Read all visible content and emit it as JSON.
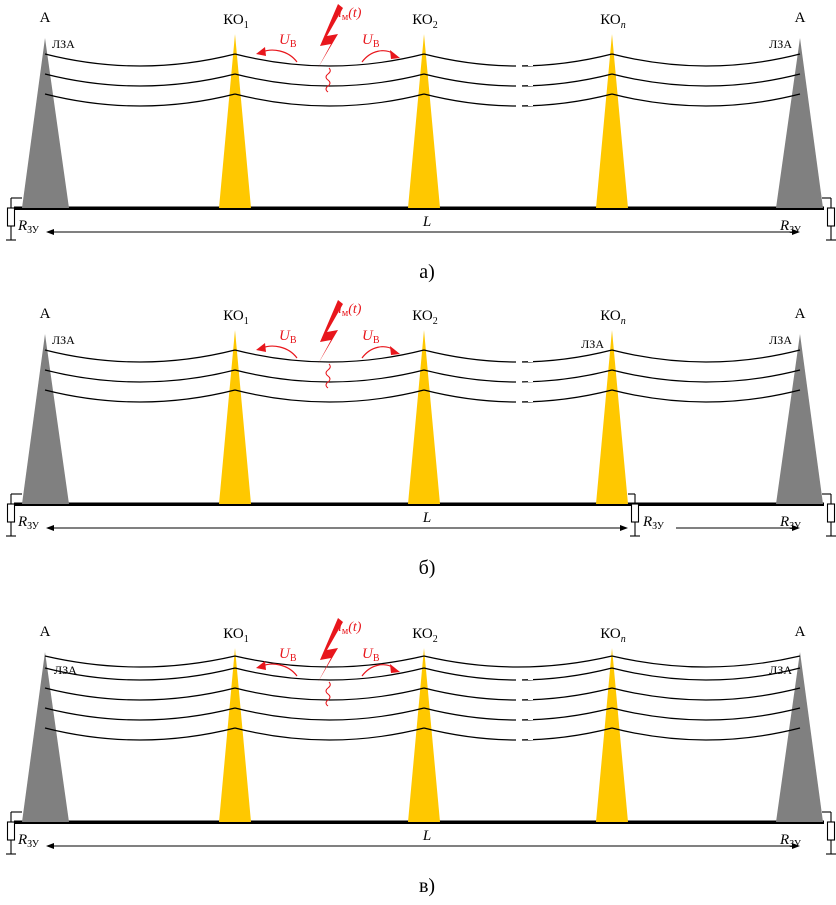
{
  "colors": {
    "end_tower": "#808080",
    "mid_tower": "#ffc800",
    "strike": "#e8161c",
    "line": "#000000"
  },
  "labels": {
    "end_support": "А",
    "lza": "ЛЗА",
    "ko_prefix": "КО",
    "ko1_sub": "1",
    "ko2_sub": "2",
    "kon_sub": "n",
    "strike_current": "iм(t)",
    "strike_i": "i",
    "strike_m": "м",
    "strike_t": "(t)",
    "voltage_U": "U",
    "voltage_sub": "В",
    "resistance_R": "R",
    "resistance_sub": "ЗУ",
    "span_length": "L"
  },
  "panels": [
    {
      "caption": "а)",
      "wire_count": 3,
      "lza_at_kon": false,
      "kon_grounding": false,
      "lightning": true
    },
    {
      "caption": "б)",
      "wire_count": 3,
      "lza_at_kon": true,
      "kon_grounding": true,
      "lightning": true
    },
    {
      "caption": "в)",
      "wire_count": 4,
      "lza_at_kon": false,
      "kon_grounding": false,
      "lightning": true
    }
  ]
}
